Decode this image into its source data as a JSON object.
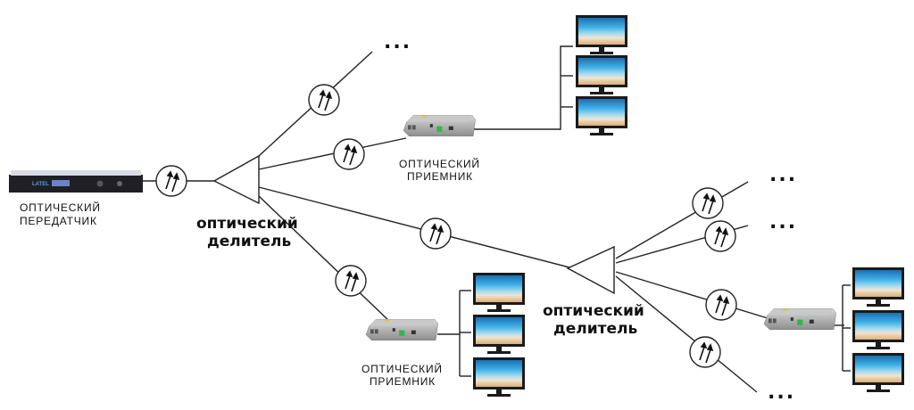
{
  "labels": {
    "transmitter_line1": "ОПТИЧЕСКИЙ",
    "transmitter_line2": "ПЕРЕДАТЧИК",
    "splitter_line1": "оптический",
    "splitter_line2": "делитель",
    "receiver_line1": "ОПТИЧЕСКИЙ",
    "receiver_line2": "ПРИЕМНИК",
    "continuation": "..."
  },
  "transmitter_brand": "LATEL",
  "nodes": {
    "transmitter": {
      "type": "optical-transmitter"
    },
    "splitter_1": {
      "type": "optical-splitter"
    },
    "splitter_2": {
      "type": "optical-splitter"
    },
    "receiver_1": {
      "type": "optical-receiver",
      "tv_count": 3
    },
    "receiver_2": {
      "type": "optical-receiver",
      "tv_count": 3
    },
    "receiver_3": {
      "type": "optical-receiver",
      "tv_count": 3
    }
  },
  "colors": {
    "line": "#222222",
    "screen_sky": "#2f9fd8",
    "screen_sand": "#e8c9a0",
    "connector_green": "#2fb84a"
  }
}
